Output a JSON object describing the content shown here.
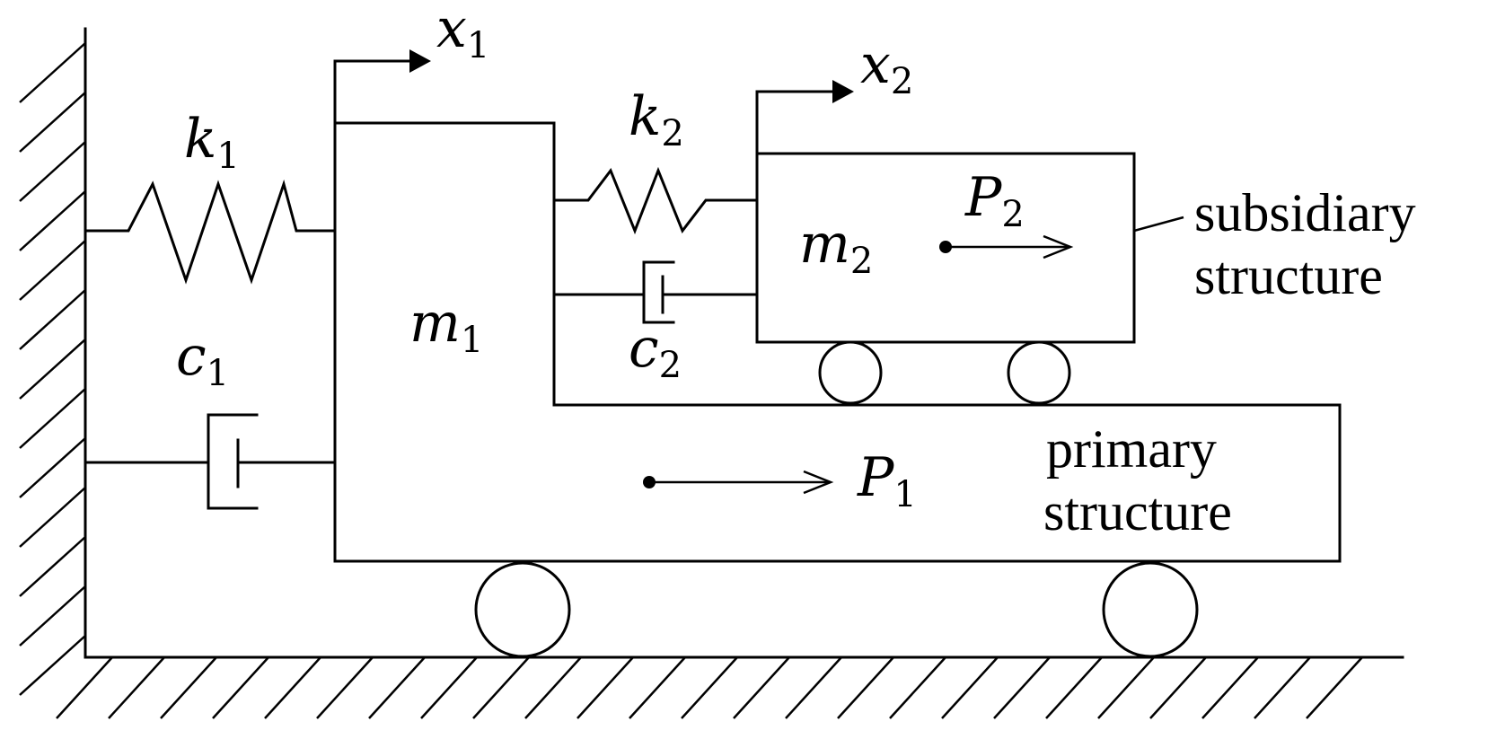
{
  "symbols": {
    "k1": {
      "letter": "k",
      "sub": "1"
    },
    "k2": {
      "letter": "k",
      "sub": "2"
    },
    "c1": {
      "letter": "c",
      "sub": "1"
    },
    "c2": {
      "letter": "c",
      "sub": "2"
    },
    "m1": {
      "letter": "m",
      "sub": "1"
    },
    "m2": {
      "letter": "m",
      "sub": "2"
    },
    "x1": {
      "letter": "x",
      "sub": "1"
    },
    "x2": {
      "letter": "x",
      "sub": "2"
    },
    "P1": {
      "letter": "P",
      "sub": "1"
    },
    "P2": {
      "letter": "P",
      "sub": "2"
    }
  },
  "labels": {
    "subsidiary": [
      "subsidiary",
      "structure"
    ],
    "primary": [
      "primary",
      "structure"
    ]
  }
}
